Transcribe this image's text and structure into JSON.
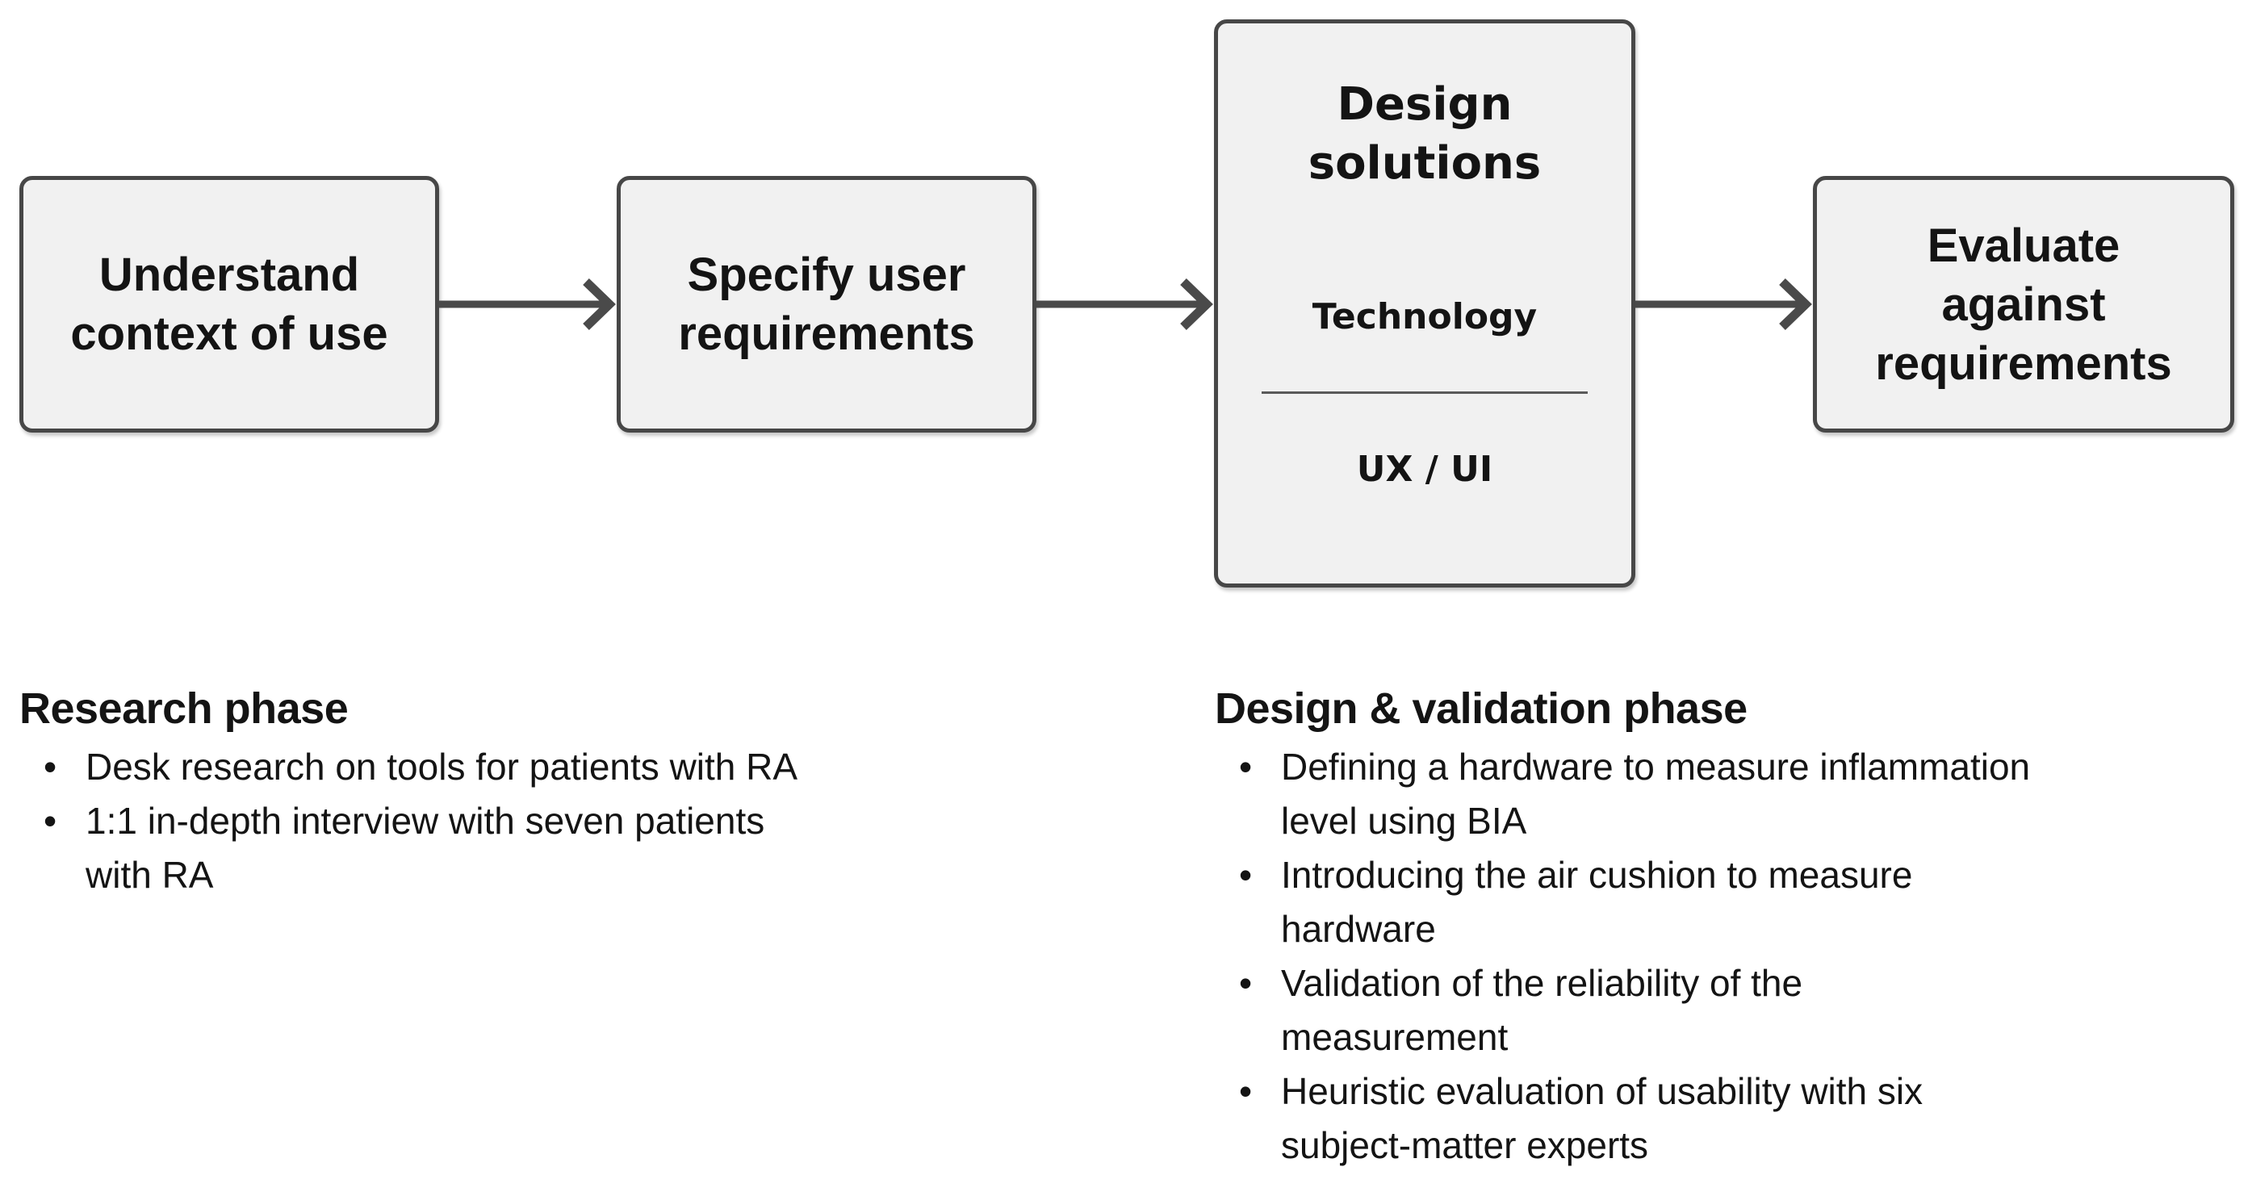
{
  "colors": {
    "background": "#ffffff",
    "box_fill": "#f1f1f1",
    "box_border": "#474747",
    "arrow": "#4a4a4a",
    "divider": "#5a5a5a",
    "text": "#141414"
  },
  "flow": {
    "steps": [
      {
        "label": "Understand\ncontext of use"
      },
      {
        "label": "Specify user\nrequirements"
      },
      {
        "label": "Design\nsolutions",
        "sub_items": [
          "Technology",
          "UX / UI"
        ]
      },
      {
        "label": "Evaluate\nagainst\nrequirements"
      }
    ]
  },
  "sections": [
    {
      "title": "Research phase",
      "bullets": [
        "Desk research on tools for patients with RA",
        "1:1 in-depth interview with seven patients\nwith RA"
      ]
    },
    {
      "title": "Design & validation phase",
      "bullets": [
        "Defining a hardware to measure inflammation\nlevel using BIA",
        "Introducing the air cushion to measure\nhardware",
        "Validation of the reliability of the\nmeasurement",
        "Heuristic evaluation of usability with six\nsubject-matter experts"
      ]
    }
  ]
}
